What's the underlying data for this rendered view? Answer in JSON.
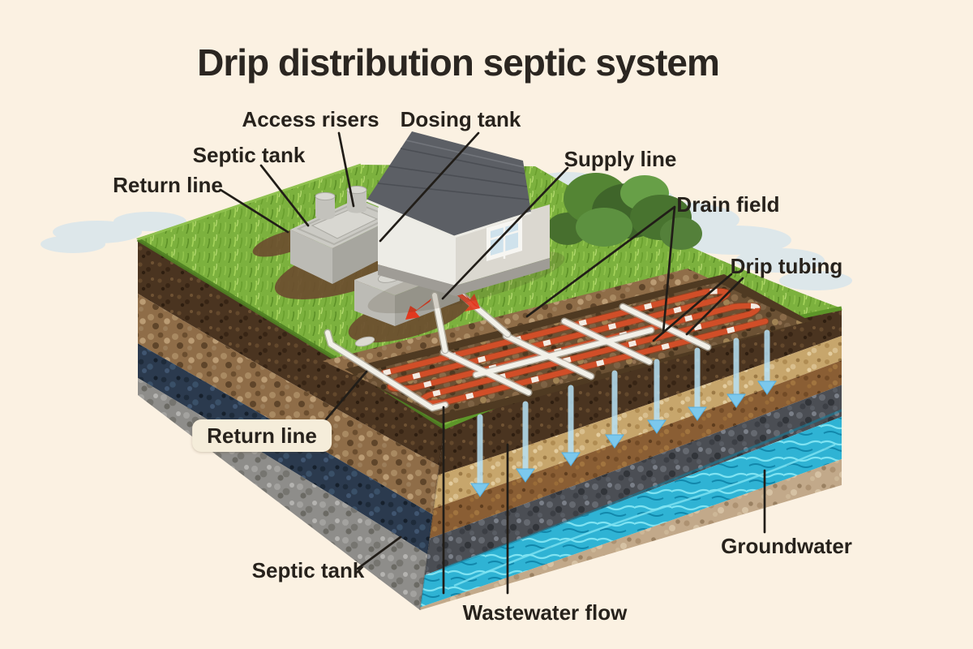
{
  "title": "Drip distribution septic system",
  "labels": {
    "access_risers": "Access risers",
    "dosing_tank": "Dosing tank",
    "septic_tank": "Septic tank",
    "return_line": "Return line",
    "supply_line": "Supply line",
    "drain_field": "Drain field",
    "drip_tubing": "Drip tubing",
    "return_line_lower": "Return line",
    "septic_tank_lower": "Septic tank",
    "groundwater": "Groundwater",
    "wastewater_flow": "Wastewater flow"
  },
  "colors": {
    "background": "#fbf1e2",
    "label_text": "#27221c",
    "leader_line": "#211d18",
    "grass": "#7cb13e",
    "topsoil": "#4a3420",
    "gravel": "#8f6d48",
    "drip_tubing": "#d14e28",
    "pipe_white": "#f2f0e8",
    "groundwater": "#2fb3d4",
    "percolation_arrow": "#7cc8ec",
    "flow_arrow_red": "#e2391f",
    "tank_concrete": "#cbcac4",
    "roof": "#5c5f65",
    "sand": "#c2a98a"
  }
}
